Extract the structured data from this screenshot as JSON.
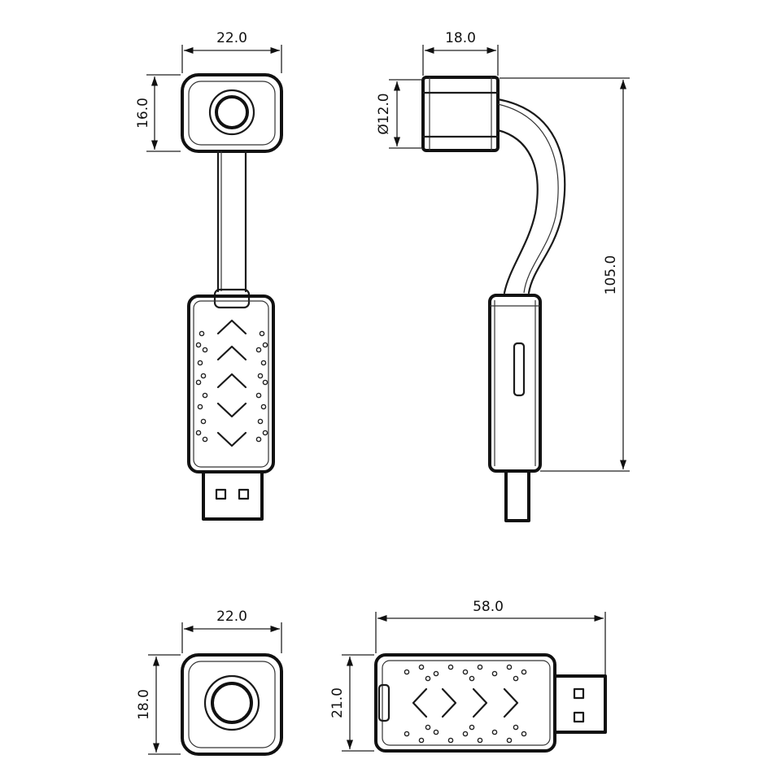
{
  "front_view": {
    "camera_width": "22.0",
    "camera_height": "16.0"
  },
  "side_view": {
    "camera_depth": "18.0",
    "camera_diameter": "Ø12.0",
    "overall_length": "105.0"
  },
  "top_view": {
    "camera_width": "22.0",
    "camera_height": "18.0"
  },
  "body_view": {
    "body_length": "58.0",
    "body_height": "21.0"
  }
}
